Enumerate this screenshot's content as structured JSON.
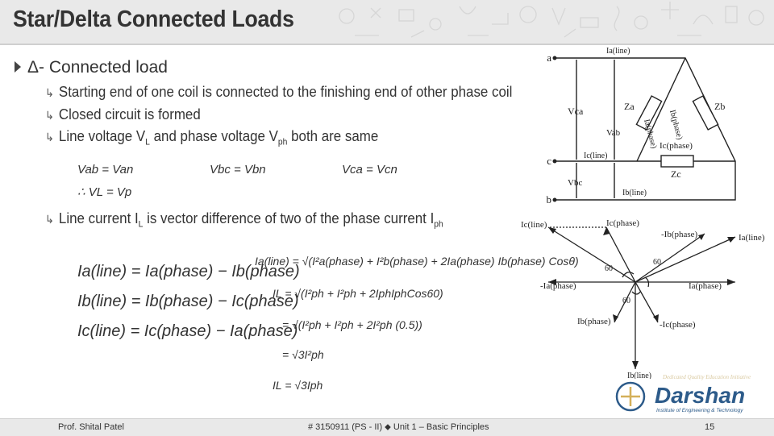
{
  "slide": {
    "title": "Star/Delta Connected Loads",
    "heading": "Δ- Connected load",
    "bullets": [
      "Starting end of one coil is connected to the finishing end of other phase coil",
      "Closed circuit is formed"
    ],
    "bullet3": {
      "pre": "Line voltage V",
      "sub1": "L",
      "mid": " and phase voltage V",
      "sub2": "ph",
      "post": " both are same"
    },
    "bullet4": {
      "pre": "Line current I",
      "sub1": "L",
      "mid": " is vector difference of two of the phase current I",
      "sub2": "ph"
    }
  },
  "equations": {
    "v_ab": "Vab = Van",
    "v_bc": "Vbc = Vbn",
    "v_ca": "Vca = Vcn",
    "therefore": "∴ VL = Vp",
    "ia": "Ia(line) = Ia(phase) − Ib(phase)",
    "ib": "Ib(line) = Ib(phase) − Ic(phase)",
    "ic": "Ic(line) = Ic(phase) − Ia(phase)",
    "r1": "Ia(line) = √(I²a(phase) + I²b(phase) + 2Ia(phase) Ib(phase) Cosθ)",
    "r2": "IL = √(I²ph + I²ph + 2IphIphCos60)",
    "r3": "= √(I²ph + I²ph + 2I²ph (0.5))",
    "r4": "= √3I²ph",
    "r5": "IL = √3Iph"
  },
  "circuit": {
    "nodes": [
      "a",
      "c",
      "b"
    ],
    "currents": [
      "Ia(line)",
      "Ic(line)",
      "Ib(line)",
      "Ia(phase)",
      "Ib(phase)",
      "Ic(phase)"
    ],
    "voltages": [
      "Vca",
      "Vab",
      "Vbc"
    ],
    "impedances": [
      "Za",
      "Zb",
      "Zc"
    ]
  },
  "phasor": {
    "labels": [
      "Ic(line)",
      "Ic(phase)",
      "-Ib(phase)",
      "Ia(line)",
      "60",
      "60",
      "-Ia(phase)",
      "Ia(phase)",
      "60",
      "Ib(phase)",
      "-Ic(phase)",
      "Ib(line)"
    ]
  },
  "logo": {
    "name": "Darshan",
    "tagline": "Institute of Engineering & Technology",
    "motto": "Dedicated Quality Education Initiative"
  },
  "footer": {
    "author": "Prof. Shital Patel",
    "course": "# 3150911 (PS - II)  ⬥  Unit 1 – Basic Principles",
    "page": "15"
  },
  "colors": {
    "title_bar": "#e9e9e9",
    "text": "#333333",
    "accent_blue": "#2d5b8a"
  }
}
